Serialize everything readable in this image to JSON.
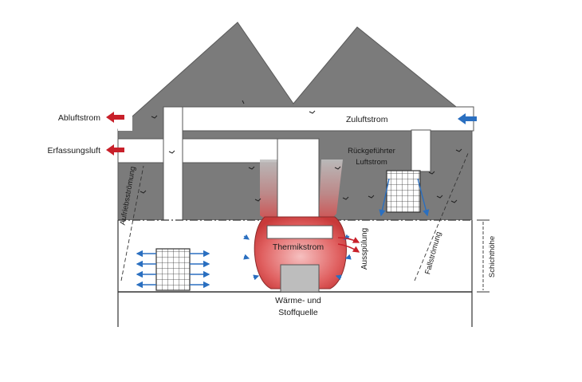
{
  "labels": {
    "exhaust": "Abluftstrom",
    "capture": "Erfassungsluft",
    "supply": "Zuluftstrom",
    "recirculated_line1": "Rückgeführter",
    "recirculated_line2": "Luftstrom",
    "thermal": "Thermikstrom",
    "flushing": "Ausspülung",
    "upflow": "Aufriebsströmung",
    "downflow": "Fallströmung",
    "layer_height": "Schichthöhe",
    "source_line1": "Wärme- und",
    "source_line2": "Stoffquelle"
  },
  "colors": {
    "roof": "#7b7b7b",
    "duct": "#ffffff",
    "red_arrow": "#c8202a",
    "blue_arrow": "#2a6fc0",
    "plume_red": "#d84a4a",
    "source_box": "#bdbdbd"
  }
}
